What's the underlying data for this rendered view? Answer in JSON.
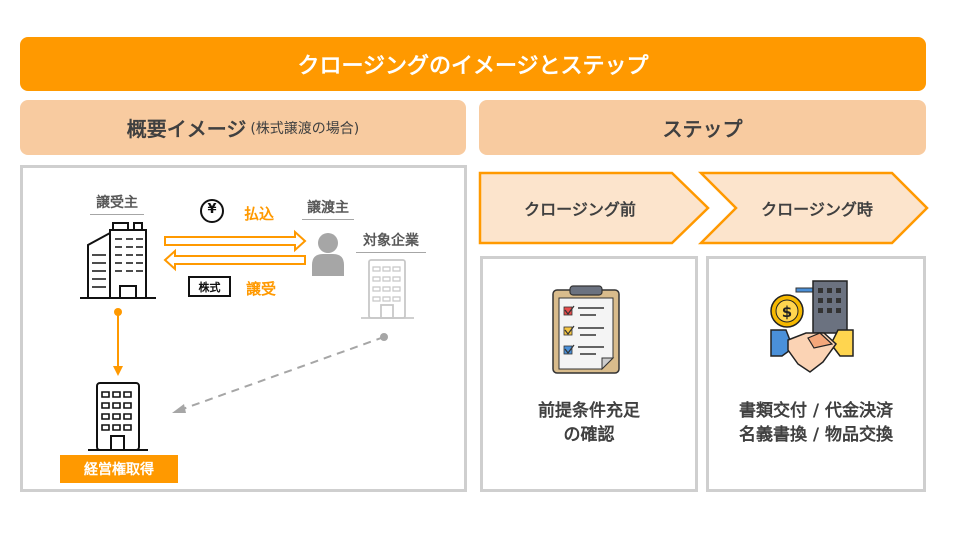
{
  "title": "クロージングのイメージとステップ",
  "overview": {
    "heading": "概要イメージ",
    "heading_note": "(株式譲渡の場合)",
    "buyer": "譲受主",
    "seller": "譲渡主",
    "target": "対象企業",
    "payment_label": "払込",
    "transfer_label": "譲受",
    "shares_tag": "株式",
    "yen_symbol": "¥",
    "result_badge": "経営権取得"
  },
  "steps": {
    "heading": "ステップ",
    "items": [
      {
        "label": "クロージング前",
        "card_line1": "前提条件充足",
        "card_line2": "の確認",
        "icon": "clipboard-checklist-icon"
      },
      {
        "label": "クロージング時",
        "card_line1": "書類交付 / 代金決済",
        "card_line2": "名義書換 / 物品交換",
        "icon": "handshake-deal-icon"
      }
    ]
  },
  "colors": {
    "accent": "#FF9900",
    "header_light": "#F8CBA0",
    "step_fill": "#FCE4CC",
    "border_gray": "#CFCFCF"
  }
}
